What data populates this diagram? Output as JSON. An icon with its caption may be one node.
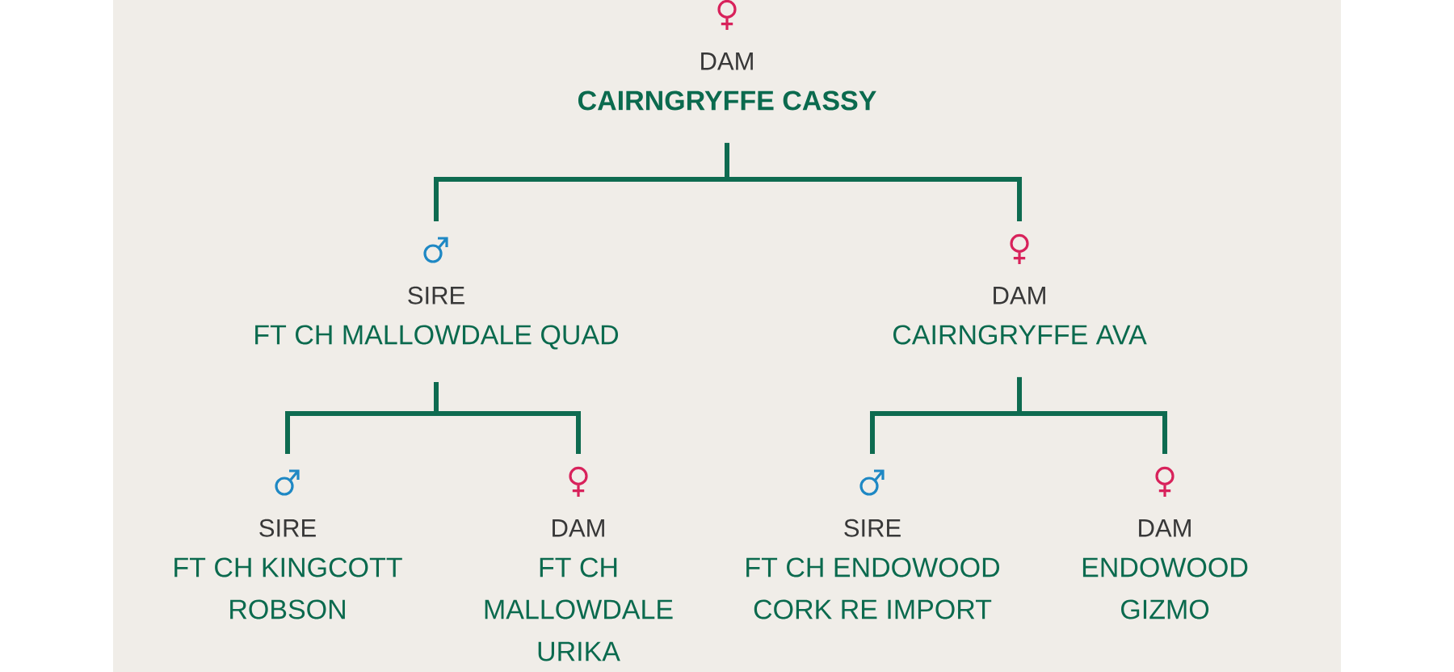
{
  "diagram": {
    "nodes": [
      {
        "text": [
          "DAM",
          "CAIRNGRYFFE CASSY"
        ]
      },
      {
        "text": [
          "SIRE",
          "FT CH MALLOWDALE QUAD"
        ]
      },
      {
        "text": [
          "DAM",
          "CAIRNGRYFFE AVA"
        ]
      },
      {
        "text": [
          "SIRE",
          "FT CH KINGCOTT ROBSON"
        ]
      },
      {
        "text": [
          "DAM",
          "FT CH MALLOWDALE URIKA"
        ]
      },
      {
        "text": [
          "SIRE",
          "FT CH ENDOWOOD CORK RE IMPORT"
        ]
      },
      {
        "text": [
          "DAM",
          "ENDOWOOD GIZMO"
        ]
      }
    ],
    "edges": [
      {
        "from": 0,
        "to": 1,
        "arrow": "none"
      },
      {
        "from": 0,
        "to": 2,
        "arrow": "none"
      },
      {
        "from": 1,
        "to": 3,
        "arrow": "none"
      },
      {
        "from": 1,
        "to": 4,
        "arrow": "none"
      },
      {
        "from": 2,
        "to": 5,
        "arrow": "none"
      },
      {
        "from": 2,
        "to": 6,
        "arrow": "none"
      }
    ]
  }
}
